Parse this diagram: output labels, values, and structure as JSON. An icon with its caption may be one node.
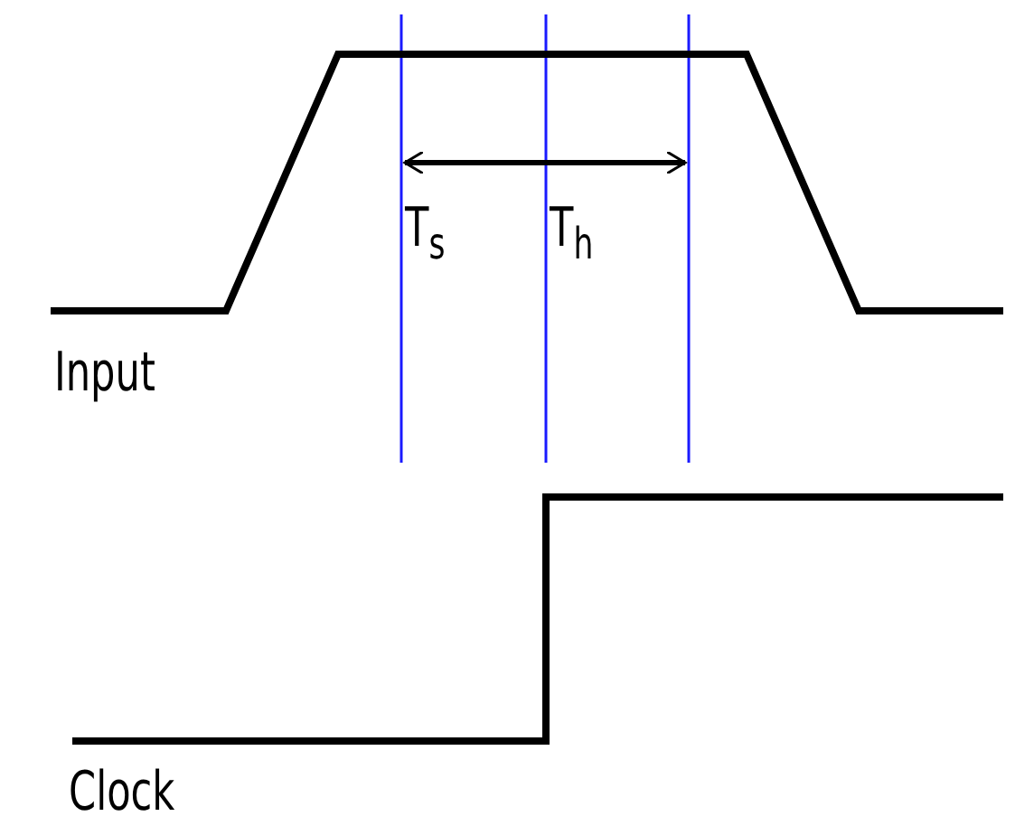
{
  "diagram": {
    "labels": [
      "T$_{s}$",
      "T$_{h}$",
      "Input",
      "Clock"
    ]
  }
}
